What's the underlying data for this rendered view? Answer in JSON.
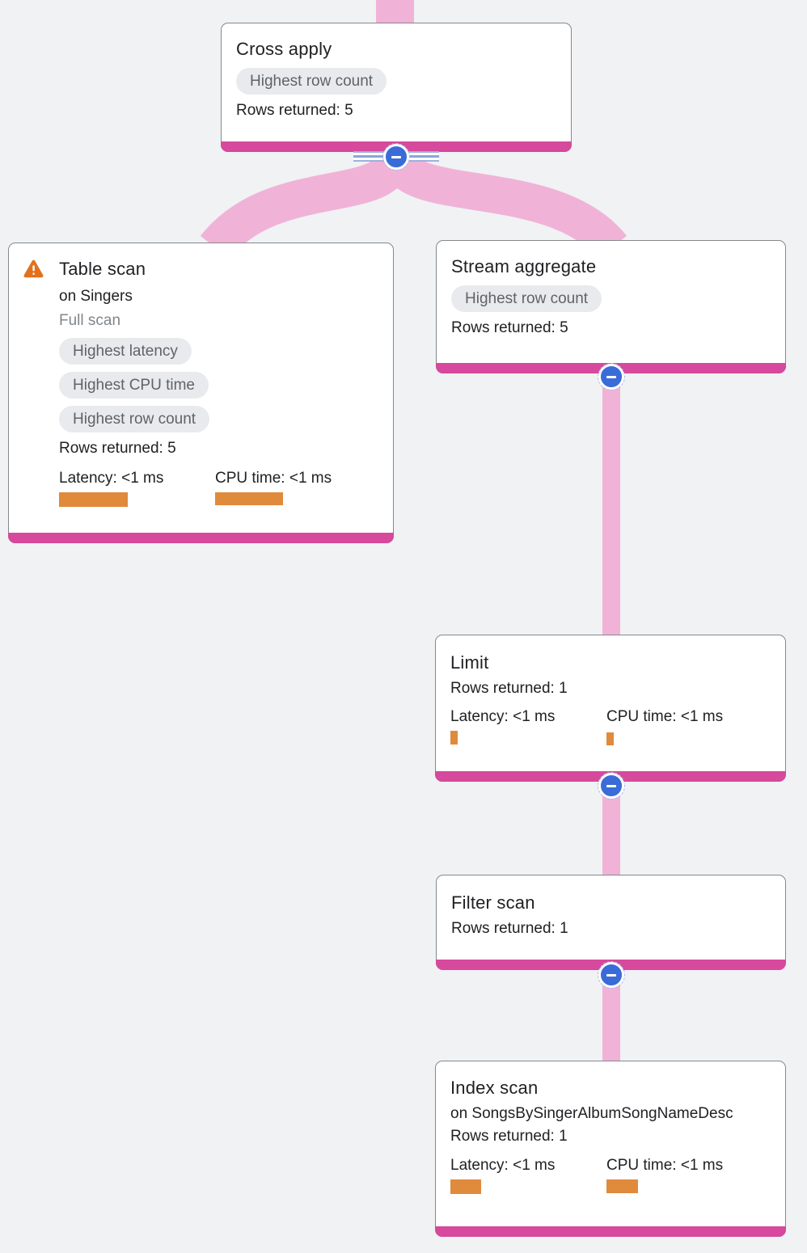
{
  "colors": {
    "background": "#f0f2f4",
    "edge_pink": "#f0b3d7",
    "node_footer_pink": "#d6499c",
    "badge_background": "#e9eaed",
    "badge_text": "#5f6368",
    "metric_bar_orange": "#e08a3c",
    "collapse_button_blue": "#3a6cd8",
    "warning_orange": "#e2711d",
    "card_border_gray": "#85898d"
  },
  "nodes": {
    "cross_apply": {
      "title": "Cross apply",
      "badges": [
        "Highest row count"
      ],
      "rows_returned": "Rows returned: 5"
    },
    "table_scan": {
      "title": "Table scan",
      "subtitle": "on Singers",
      "note": "Full scan",
      "warning_icon": "warning-triangle",
      "badges": [
        "Highest latency",
        "Highest CPU time",
        "Highest row count"
      ],
      "rows_returned": "Rows returned: 5",
      "latency_label": "Latency: <1 ms",
      "cpu_label": "CPU time: <1 ms"
    },
    "stream_aggregate": {
      "title": "Stream aggregate",
      "badges": [
        "Highest row count"
      ],
      "rows_returned": "Rows returned: 5"
    },
    "limit": {
      "title": "Limit",
      "rows_returned": "Rows returned: 1",
      "latency_label": "Latency: <1 ms",
      "cpu_label": "CPU time: <1 ms"
    },
    "filter_scan": {
      "title": "Filter scan",
      "rows_returned": "Rows returned: 1"
    },
    "index_scan": {
      "title": "Index scan",
      "subtitle": "on SongsBySingerAlbumSongNameDesc",
      "rows_returned": "Rows returned: 1",
      "latency_label": "Latency: <1 ms",
      "cpu_label": "CPU time: <1 ms"
    }
  }
}
